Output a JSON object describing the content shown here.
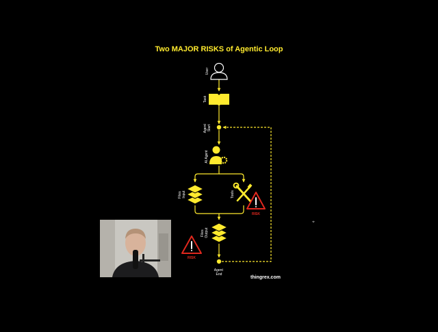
{
  "diagram": {
    "title": "Two MAJOR RISKS of Agentic Loop",
    "credit": "thingrex.com",
    "labels": {
      "user": "User",
      "task": "Task",
      "agent_start": [
        "Agent",
        "Start"
      ],
      "ai_agent": "AI Agent",
      "files_input": [
        "Files",
        "Input"
      ],
      "tools": "Tools",
      "files_output": [
        "Files",
        "Output"
      ],
      "agent_end": [
        "Agent",
        "End"
      ]
    },
    "risk_label": "RISK"
  },
  "colors": {
    "accent": "#ffea2e",
    "risk": "#e0281e",
    "background": "#000000",
    "text": "#ffffff"
  },
  "webcam": {
    "description_icon": "presenter-webcam-icon"
  }
}
